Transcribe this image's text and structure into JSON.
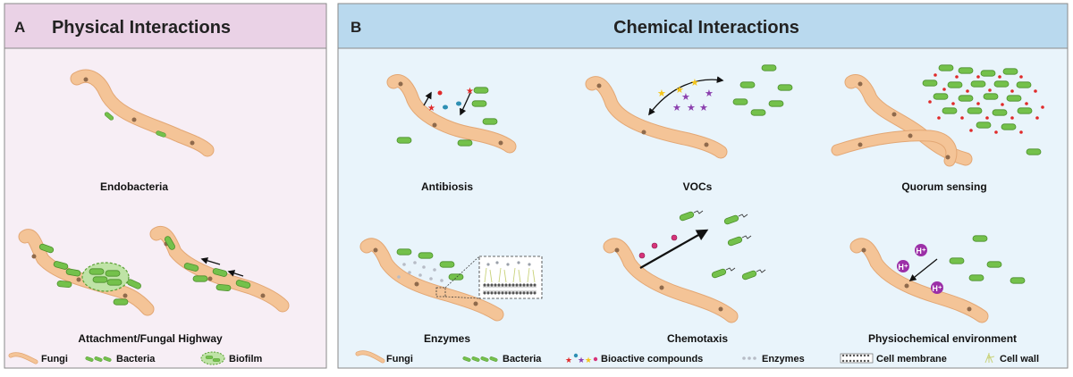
{
  "colors": {
    "panel_a_header": "#ead2e6",
    "panel_a_body": "#f7eef5",
    "panel_b_header": "#b9d9ee",
    "panel_b_body": "#e9f4fb",
    "fungi": "#f4c497",
    "fungi_stroke": "#e3a774",
    "nucleus": "#8f6a4c",
    "bacteria": "#74c14b",
    "bacteria_stroke": "#4c8f2c",
    "red_dot": "#e02a2a",
    "blue_dot": "#2e8fb3",
    "star_yellow": "#f5c518",
    "star_purple": "#8b3fae",
    "hplus": "#9b2fa7",
    "enzyme": "#b7bcc6",
    "pink": "#d6337a"
  },
  "panel_a": {
    "letter": "A",
    "title": "Physical Interactions",
    "labels": {
      "endobacteria": "Endobacteria",
      "attachment": "Attachment/Fungal Highway"
    },
    "legend": {
      "fungi": "Fungi",
      "bacteria": "Bacteria",
      "biofilm": "Biofilm"
    }
  },
  "panel_b": {
    "letter": "B",
    "title": "Chemical Interactions",
    "labels": {
      "antibiosis": "Antibiosis",
      "vocs": "VOCs",
      "quorum": "Quorum sensing",
      "enzymes": "Enzymes",
      "chemotaxis": "Chemotaxis",
      "physio": "Physiochemical environment"
    },
    "hplus": "H⁺",
    "legend": {
      "fungi": "Fungi",
      "bacteria": "Bacteria",
      "bioactive": "Bioactive compounds",
      "enzymes": "Enzymes",
      "membrane": "Cell membrane",
      "cellwall": "Cell wall"
    }
  }
}
